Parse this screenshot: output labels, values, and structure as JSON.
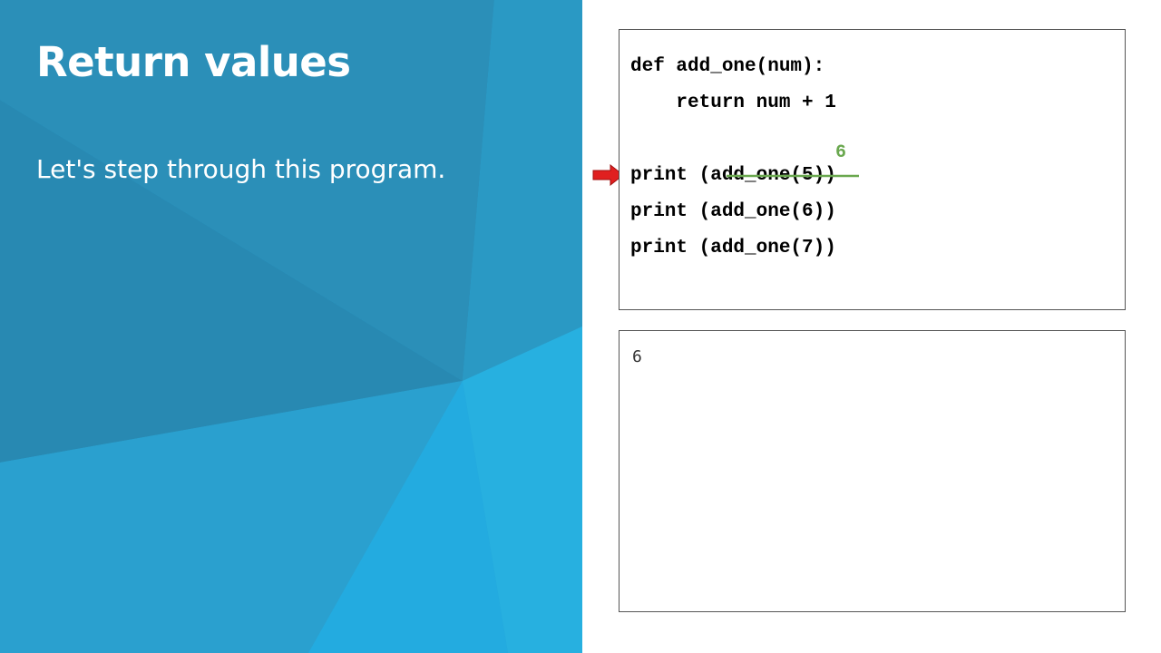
{
  "slide": {
    "title": "Return values",
    "subtitle": "Let's step through this program."
  },
  "code": {
    "lines": [
      "def add_one(num):",
      "    return num + 1",
      "print (add_one(5))",
      "print (add_one(6))",
      "print (add_one(7))"
    ],
    "annotation_value": "6",
    "current_line_index": 2
  },
  "output": {
    "text": "6"
  },
  "colors": {
    "arrow": "#e02020",
    "annotation": "#6aa84f",
    "panel": "#2aa6d6"
  }
}
